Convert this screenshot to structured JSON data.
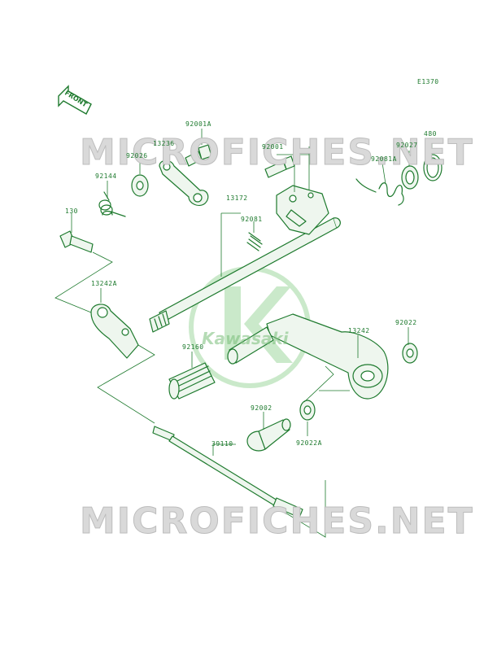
{
  "diagram_code": "E1370",
  "front_label": "FRONT",
  "watermark": "MICROFICHES.NET",
  "logo_text": "Kawasaki",
  "colors": {
    "line": "#1e7a2e",
    "fill": "#e9f3ea",
    "watermark": "#d9d9d9",
    "logo": "#7ec47e"
  },
  "part_labels": {
    "p480": "480",
    "p92027": "92027",
    "p92081A": "92081A",
    "p92001": "92001",
    "p92001A": "92001A",
    "p13236": "13236",
    "p92026": "92026",
    "p92144": "92144",
    "p130": "130",
    "p13172": "13172",
    "p92081": "92081",
    "p13242A": "13242A",
    "p13242": "13242",
    "p92022": "92022",
    "p92160": "92160",
    "p92002": "92002",
    "p92022A": "92022A",
    "p39110": "39110"
  }
}
